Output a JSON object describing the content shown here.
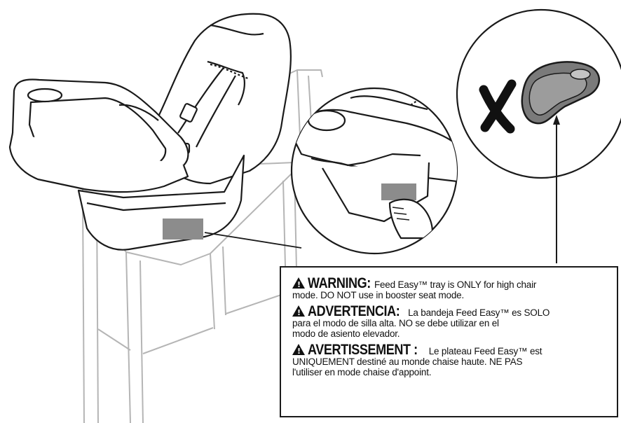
{
  "warnings": [
    {
      "heading": "WARNING:",
      "line1": "Feed Easy™ tray is ONLY for high chair",
      "rest": [
        "mode. DO NOT use in booster seat mode."
      ]
    },
    {
      "heading": "ADVERTENCIA:",
      "line1": "La bandeja Feed Easy™ es SOLO",
      "rest": [
        "para el modo de silla alta. NO se debe utilizar en el",
        "modo de asiento elevador."
      ]
    },
    {
      "heading": "AVERTISSEMENT :",
      "line1": "Le plateau Feed Easy™ est",
      "rest": [
        "UNIQUEMENT destiné au monde chaise haute. NE PAS",
        "l'utiliser en mode chaise d'appoint."
      ]
    }
  ],
  "icons": {
    "warning": "warning-triangle-icon",
    "prohibited": "x-mark-icon"
  },
  "colors": {
    "line_art": "#1a1a1a",
    "chair": "#b5b5b5",
    "label_patch": "#8c8c8c",
    "tray_fill": "#7a7a7a"
  }
}
